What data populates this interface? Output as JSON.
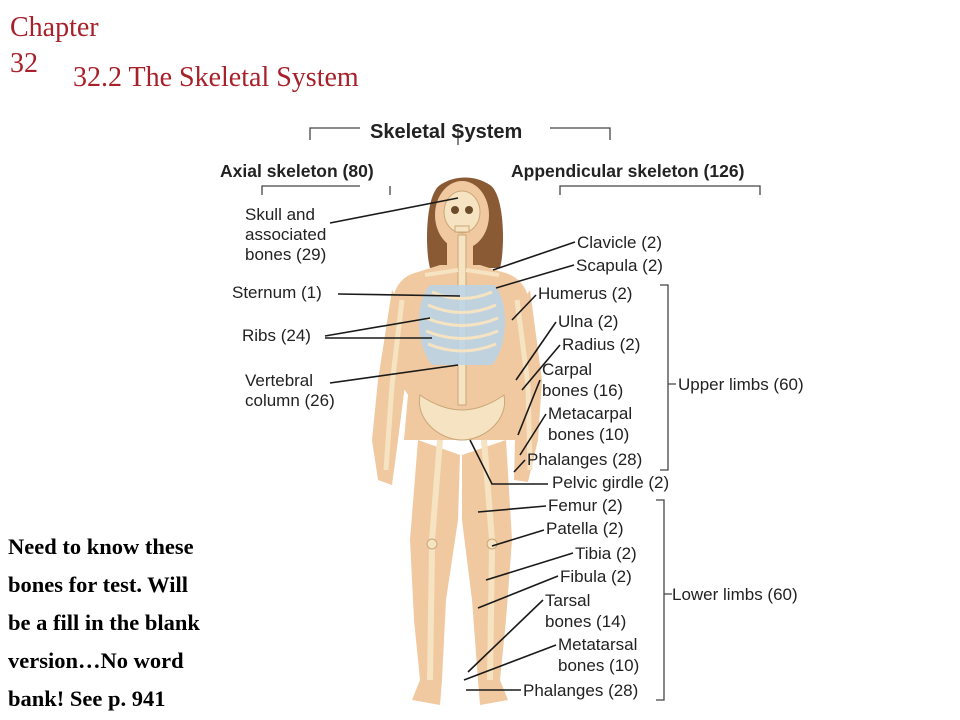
{
  "chapter": {
    "line1": "Chapter",
    "line2": "32"
  },
  "title": "32.2 The Skeletal System",
  "diagram": {
    "heading": "Skeletal System",
    "axial": "Axial skeleton (80)",
    "appendicular": "Appendicular skeleton (126)",
    "left_labels": {
      "skull_1": "Skull and",
      "skull_2": "associated",
      "skull_3": "bones (29)",
      "sternum": "Sternum (1)",
      "ribs": "Ribs (24)",
      "vertebral_1": "Vertebral",
      "vertebral_2": "column (26)"
    },
    "right_labels": {
      "clavicle": "Clavicle (2)",
      "scapula": "Scapula (2)",
      "humerus": "Humerus (2)",
      "ulna": "Ulna (2)",
      "radius": "Radius (2)",
      "carpal_1": "Carpal",
      "carpal_2": "bones (16)",
      "metacarpal_1": "Metacarpal",
      "metacarpal_2": "bones (10)",
      "phalanges_upper": "Phalanges (28)",
      "pelvic": "Pelvic girdle (2)",
      "femur": "Femur (2)",
      "patella": "Patella (2)",
      "tibia": "Tibia (2)",
      "fibula": "Fibula (2)",
      "tarsal_1": "Tarsal",
      "tarsal_2": "bones (14)",
      "metatarsal_1": "Metatarsal",
      "metatarsal_2": "bones (10)",
      "phalanges_lower": "Phalanges (28)"
    },
    "groups": {
      "upper": "Upper limbs (60)",
      "lower": "Lower limbs (60)"
    }
  },
  "note": {
    "line1": "Need to know these",
    "line2": "bones for test.  Will",
    "line3": "be a fill in the blank",
    "line4": "version…No word",
    "line5": "bank!  See p. 941"
  },
  "colors": {
    "title": "#a8202a",
    "skin": "#f1c9a0",
    "bone": "#f6e3c2",
    "hair": "#8a5a34",
    "cartilage": "#b9d4ea"
  }
}
